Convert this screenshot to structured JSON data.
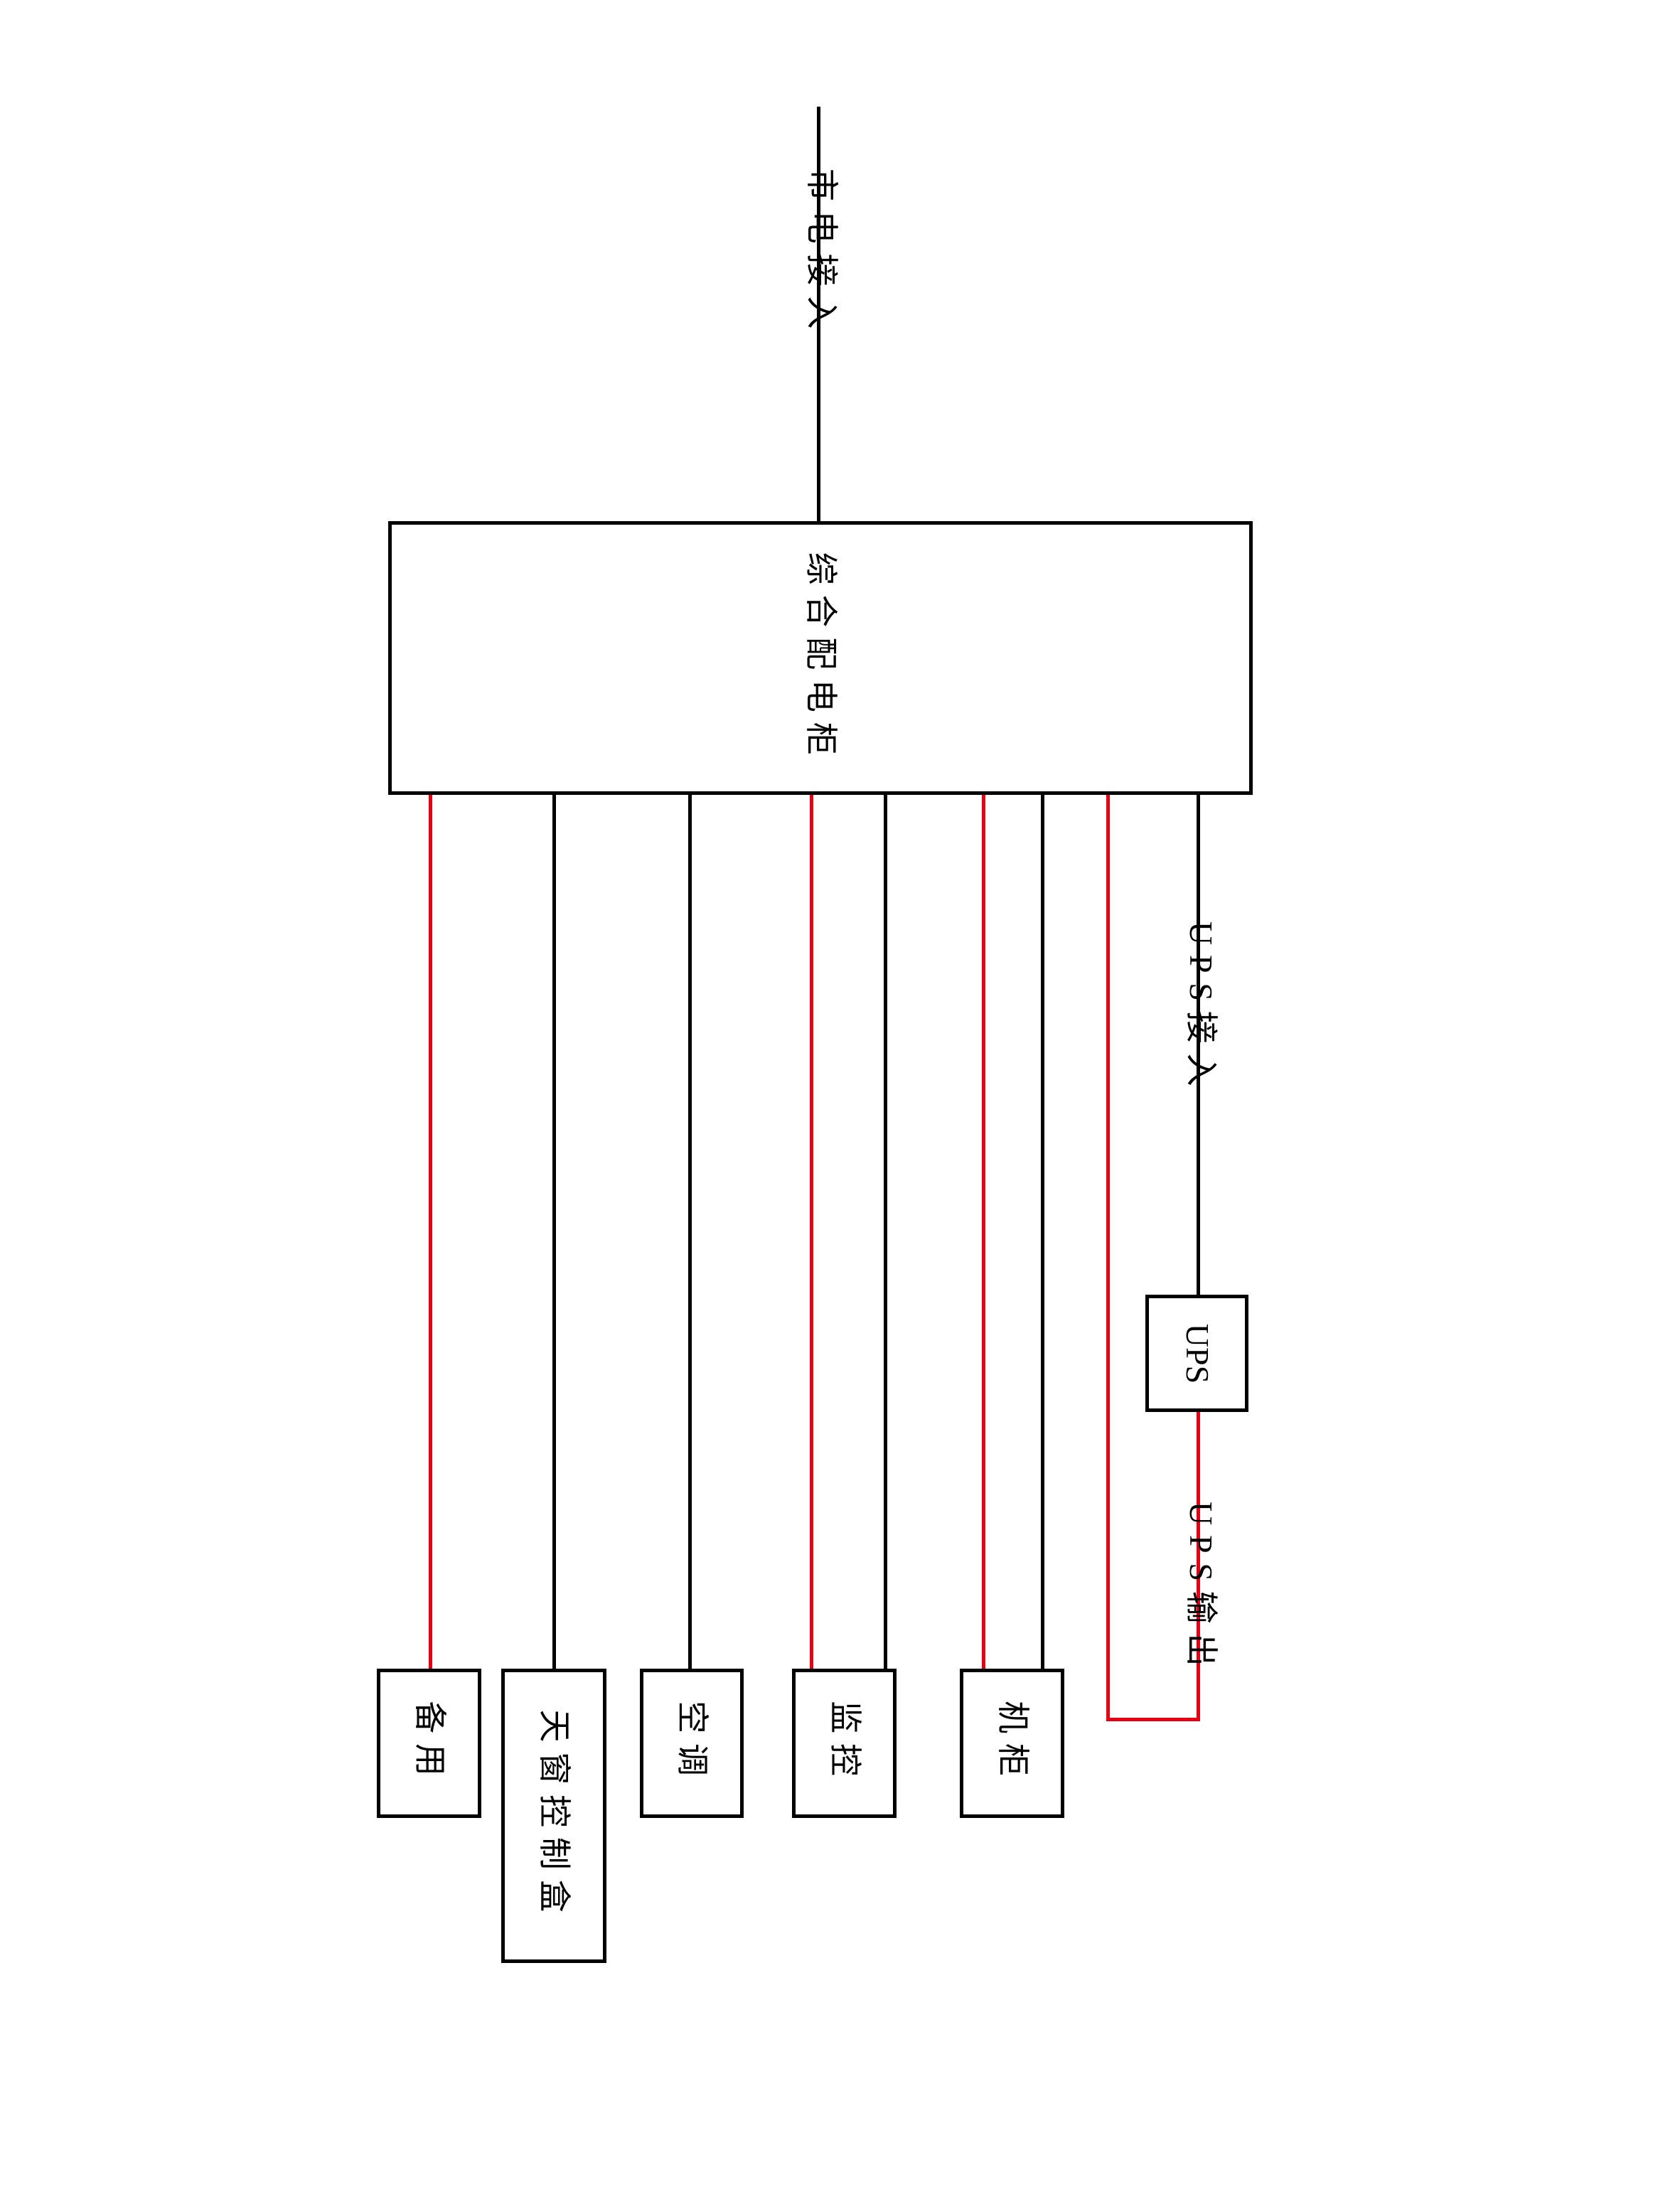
{
  "diagram": {
    "title_text_present": false,
    "colors": {
      "wire_mains": "#000000",
      "wire_ups": "#e60012",
      "box_stroke": "#000000",
      "background": "#ffffff"
    },
    "labels": {
      "mains_input": "市电接入",
      "ups_input": "UPS接入",
      "ups_output": "UPS输出"
    },
    "main_cabinet": {
      "label": "综合配电柜"
    },
    "ups_unit": {
      "label": "UPS"
    },
    "loads": [
      {
        "id": "spare",
        "label": "备用",
        "feed": "ups"
      },
      {
        "id": "skylight-control",
        "label": "天窗控制盒",
        "feed": "mains"
      },
      {
        "id": "air-conditioner",
        "label": "空调",
        "feed": "mains"
      },
      {
        "id": "monitoring",
        "label": "监控",
        "feed": "ups"
      },
      {
        "id": "rack",
        "label": "机柜",
        "feed": "ups"
      }
    ]
  }
}
